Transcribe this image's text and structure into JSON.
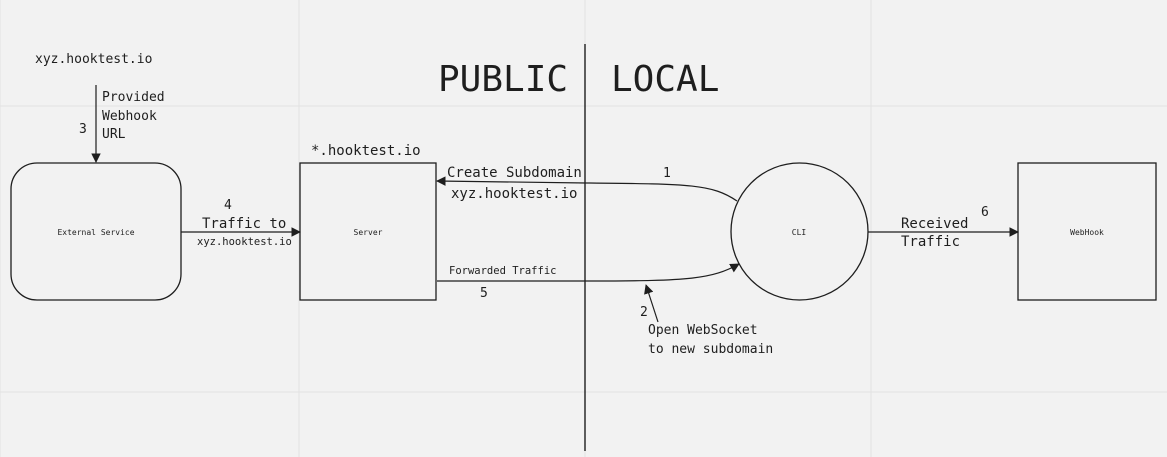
{
  "diagram": {
    "heading_public": "PUBLIC",
    "heading_local": "LOCAL",
    "nodes": {
      "external_service": "External Service",
      "server": "Server",
      "cli": "CLI",
      "webhook": "WebHook"
    },
    "labels": {
      "provided_url_domain": "xyz.hooktest.io",
      "provided_webhook_url": [
        "Provided",
        "Webhook",
        "URL"
      ],
      "step_3": "3",
      "wildcard_domain": "*.hooktest.io",
      "step_4": "4",
      "traffic_to": "Traffic to",
      "traffic_to_domain": "xyz.hooktest.io",
      "create_subdomain": "Create Subdomain",
      "create_subdomain_domain": "xyz.hooktest.io",
      "step_1": "1",
      "forwarded_traffic": "Forwarded Traffic",
      "step_5": "5",
      "step_2": "2",
      "open_websocket": [
        "Open WebSocket",
        "to new subdomain"
      ],
      "received_traffic": [
        "Received",
        "Traffic"
      ],
      "step_6": "6"
    }
  }
}
